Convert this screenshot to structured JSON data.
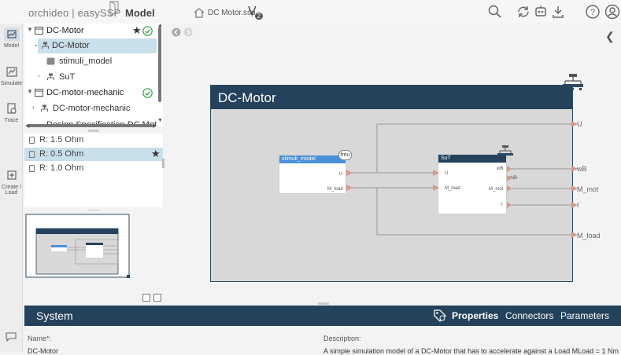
{
  "app": {
    "brand": "orchideo | easySSP",
    "mode": "Model",
    "file_name": "DC Motor.ssp",
    "version_letter": "V",
    "version_num": "2"
  },
  "rail": {
    "items": [
      {
        "label": "Model",
        "icon": "model-icon"
      },
      {
        "label": "Simulate",
        "icon": "simulate-icon"
      },
      {
        "label": "Trace",
        "icon": "trace-icon"
      },
      {
        "label": "Create /",
        "label2": "Load",
        "icon": "create-load-icon"
      }
    ]
  },
  "tree": {
    "rows": [
      {
        "label": "DC-Motor",
        "level": 0,
        "starred": true,
        "checked": true
      },
      {
        "label": "DC-Motor",
        "level": 1,
        "selected": true
      },
      {
        "label": "stimuli_model",
        "level": 2
      },
      {
        "label": "SuT",
        "level": 2
      },
      {
        "label": "DC-motor-mechanic",
        "level": 0,
        "checked": true
      },
      {
        "label": "DC-motor-mechanic",
        "level": 1
      },
      {
        "label": "Design Specification DC Mot",
        "level": 0
      }
    ]
  },
  "variants": [
    {
      "label": "R: 1.5 Ohm"
    },
    {
      "label": "R: 0.5 Ohm",
      "selected": true,
      "starred": true
    },
    {
      "label": "R: 1.0 Ohm"
    }
  ],
  "diagram": {
    "system_title": "DC-Motor",
    "stimuli_title": "stimuli_model",
    "stimuli_badge": "fmu",
    "stimuli_ports": [
      "U",
      "M_load"
    ],
    "sut_title": "SuT",
    "sut_in_ports": [
      "U",
      "M_load"
    ],
    "sut_out_ports": [
      "wB",
      "phiB",
      "M_mot",
      "I"
    ],
    "outer_outputs": [
      "U",
      "wB",
      "M_mot",
      "I",
      "M_load"
    ]
  },
  "bottom": {
    "title": "System",
    "tabs": [
      "Properties",
      "Connectors",
      "Parameters"
    ],
    "name_label": "Name*:",
    "name_value": "DC-Motor",
    "desc_label": "Description:",
    "desc_value": "A simple simulation model of a DC-Motor that has to accelerate against a Load MLoad = 1 Nm"
  },
  "colors": {
    "header_dark": "#24425b",
    "selection": "#c9dfea",
    "port": "#d7998a",
    "component_head": "#4a90d9",
    "check_green": "#3aa84a"
  }
}
